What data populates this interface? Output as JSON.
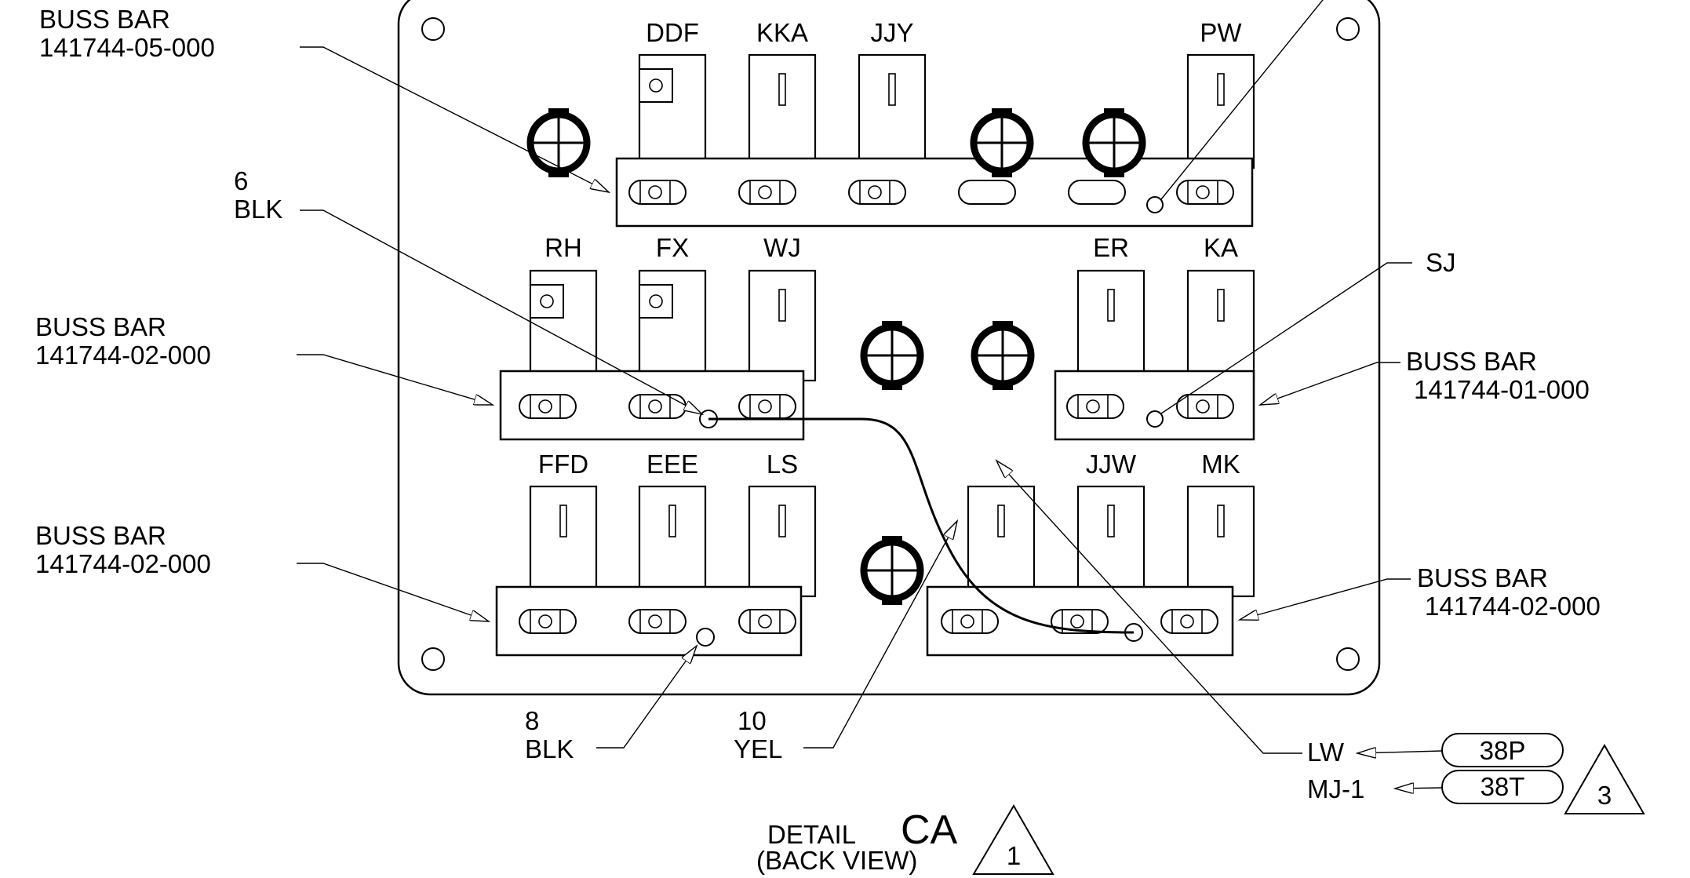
{
  "terminal_labels": {
    "ddf": "DDF",
    "kka": "KKA",
    "jjy": "JJY",
    "pw": "PW",
    "rh": "RH",
    "fx": "FX",
    "wj": "WJ",
    "er": "ER",
    "ka": "KA",
    "ffd": "FFD",
    "eee": "EEE",
    "ls": "LS",
    "jjw": "JJW",
    "mk": "MK"
  },
  "callouts": {
    "buss_top": [
      "BUSS BAR",
      "141744-05-000"
    ],
    "buss_mid_left": [
      "BUSS BAR",
      "141744-02-000"
    ],
    "buss_mid_right": [
      "BUSS BAR",
      "141744-01-000"
    ],
    "buss_bot_left": [
      "BUSS BAR",
      "141744-02-000"
    ],
    "buss_bot_right": [
      "BUSS BAR",
      "141744-02-000"
    ],
    "wire_6": [
      "6",
      "BLK"
    ],
    "wire_8": [
      "8",
      "BLK"
    ],
    "wire_10": [
      "10",
      "YEL"
    ],
    "sj": "SJ",
    "lw": "LW",
    "mj1": "MJ-1",
    "tag_38p": "38P",
    "tag_38t": "38T"
  },
  "title": {
    "prefix": "DETAIL",
    "name": "CA",
    "subtitle": "(BACK VIEW)",
    "note_1": "1",
    "note_3": "3"
  }
}
